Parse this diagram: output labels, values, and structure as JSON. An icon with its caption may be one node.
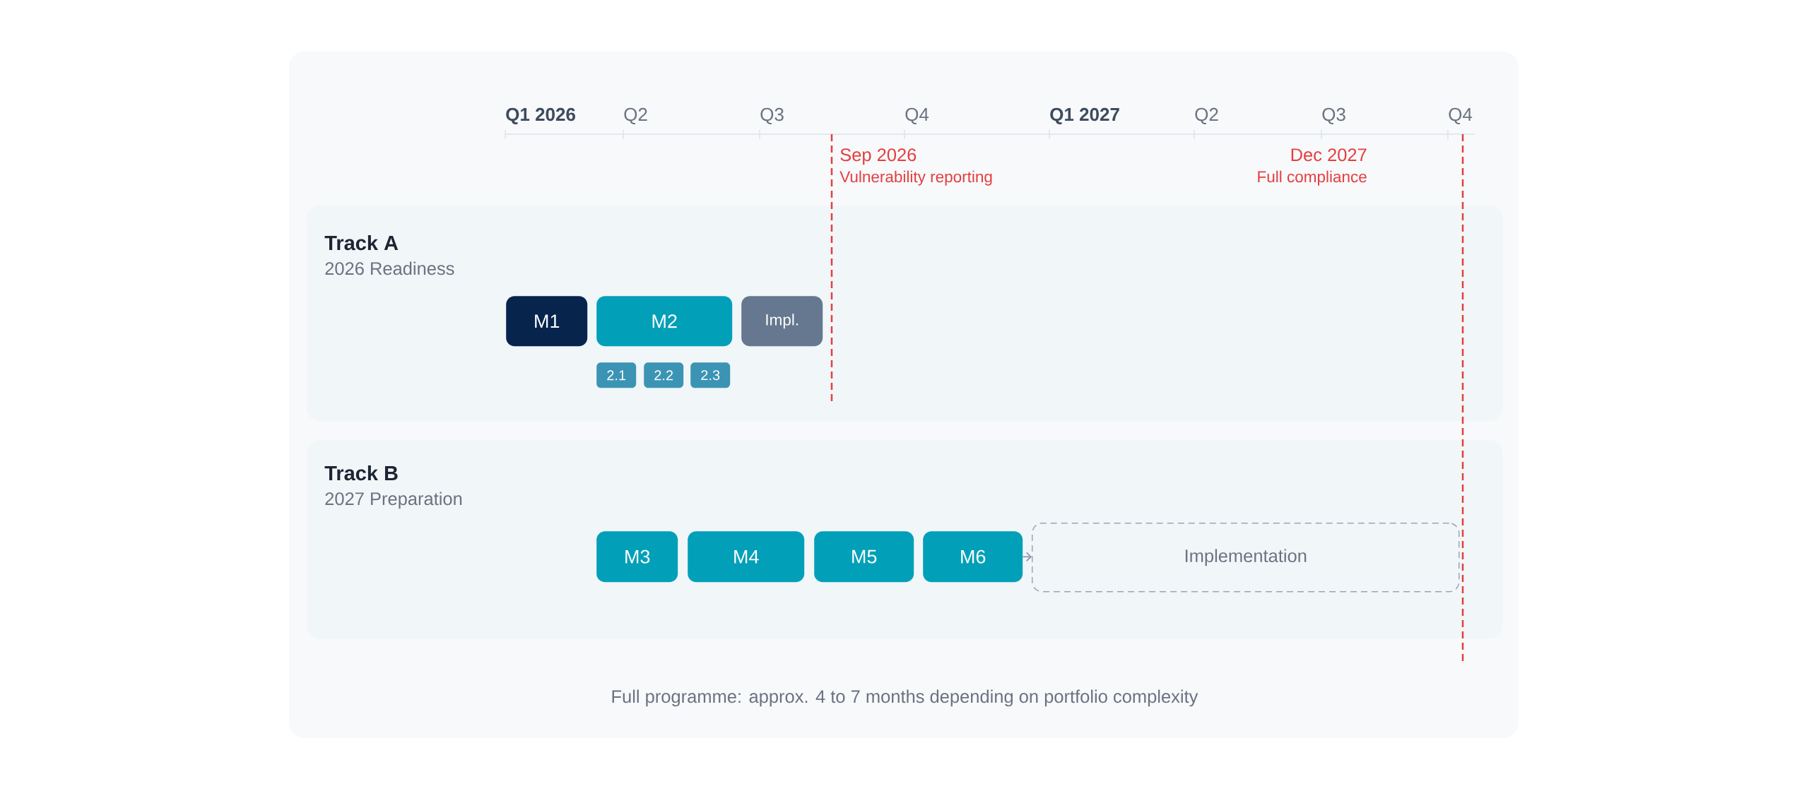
{
  "diagram": {
    "caption": "Full programme: approx. 4 to 7 months depending on portfolio complexity",
    "nodes": [
      {
        "text": [
          "Track A",
          "2026 Readiness"
        ]
      },
      {
        "text": [
          "M1"
        ],
        "in": 0
      },
      {
        "text": [
          "M2"
        ],
        "in": 0
      },
      {
        "text": [
          "Impl."
        ],
        "in": 0
      },
      {
        "text": [
          "2.1"
        ],
        "in": 0
      },
      {
        "text": [
          "2.2"
        ],
        "in": 0
      },
      {
        "text": [
          "2.3"
        ],
        "in": 0
      },
      {
        "text": [
          "Track B",
          "2027 Preparation"
        ]
      },
      {
        "text": [
          "M3"
        ],
        "in": 7
      },
      {
        "text": [
          "M4"
        ],
        "in": 7
      },
      {
        "text": [
          "M5"
        ],
        "in": 7
      },
      {
        "text": [
          "M6"
        ],
        "in": 7
      },
      {
        "text": [
          "Implementation"
        ],
        "in": 7
      }
    ],
    "edges": [
      {
        "from": 11,
        "to": 12,
        "arrow": "to"
      }
    ],
    "labels": [
      "Q1 2026",
      "Q2",
      "Q3",
      "Q4",
      "Q1 2027",
      "Q2",
      "Q3",
      "Q4",
      "Sep 2026",
      "Vulnerability reporting",
      "Dec 2027",
      "Full compliance"
    ]
  }
}
